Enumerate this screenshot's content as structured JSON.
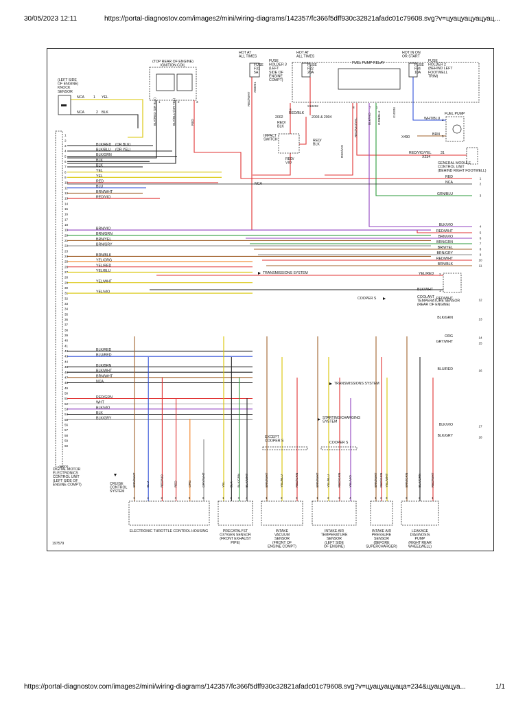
{
  "header": {
    "datetime": "30/05/2023 12:11",
    "url": "https://portal-diagnostov.com/images2/mini/wiring-diagrams/142357/fc366f5dff930c32821afadc01c79608.svg?v=цуацуацуацуац..."
  },
  "footer": {
    "url": "https://portal-diagnostov.com/images2/mini/wiring-diagrams/142357/fc366f5dff930c32821afadc01c79608.svg?v=цуацуацуаца=234&цуацуацуа...",
    "page": "1/1"
  },
  "diagram": {
    "colors": {
      "RED": "#e03030",
      "YEL": "#d8c400",
      "BLU": "#3050d8",
      "BRN": "#a0602a",
      "GRN": "#2a9a3a",
      "VIO": "#9040c0",
      "BLK": "#222222",
      "WHT": "#bbbbbb",
      "ORG": "#f08020",
      "GRY": "#888888"
    },
    "figure_id": "197579",
    "knock_sensor": {
      "title": [
        "(LEFT SIDE",
        "OF ENGINE)",
        "KNOCK",
        "SENSOR"
      ],
      "pins": [
        {
          "pin": "1",
          "circuit": "NCA",
          "color": "YEL"
        },
        {
          "pin": "2",
          "circuit": "NCA",
          "color": "BLK"
        }
      ]
    },
    "ignition_coil": {
      "title": [
        "(TOP REAR OF ENGINE)",
        "IGNITION COIL"
      ],
      "wires": [
        "BLK/RED (OR BLK)",
        "BLK/BLU (OR YEL)",
        "RED"
      ],
      "pins": [
        "1",
        "2",
        "3"
      ]
    },
    "fuse_holder3": {
      "hot": [
        "HOT AT",
        "ALL TIMES"
      ],
      "label": [
        "FUSE",
        "F31",
        "5A"
      ],
      "desc": [
        "FUSE",
        "HOLDER 3",
        "(LEFT",
        "SIDE OF",
        "ENGINE",
        "COMPT)"
      ],
      "wire": "RED/WHT",
      "conn": "X60001"
    },
    "fuse_f22": {
      "hot": [
        "HOT AT",
        "ALL TIMES"
      ],
      "label": [
        "FUSE",
        "F22",
        "20A"
      ]
    },
    "fuel_pump_relay": {
      "title": "FUEL PUMP RELAY",
      "connector": "X10202",
      "pins": [
        "6",
        "8",
        "7",
        "1"
      ],
      "wires": [
        "RED/BLK",
        "RED/VIO/YEL",
        "BLK/VIO",
        "GRN/BLU"
      ]
    },
    "fuse_holder2": {
      "hot": [
        "HOT IN ON",
        "OR START"
      ],
      "label": [
        "FUSE",
        "F34",
        "10A"
      ],
      "desc": [
        "FUSE",
        "HOLDER 2",
        "(BEHIND LEFT",
        "FOOTWELL",
        "TRIM)"
      ],
      "conn": "X10204"
    },
    "impact_switch": {
      "title": [
        "IMPACT",
        "SWITCH"
      ],
      "years": [
        "2002",
        "2003 & 2004"
      ],
      "wires": [
        "RED/",
        "BLK",
        "RED/",
        "BLK",
        "RED/",
        "VIO",
        "RED/VIO"
      ]
    },
    "fuel_pump": {
      "title": "FUEL PUMP",
      "wires": [
        "WHT/BLU",
        "BRN"
      ],
      "pins": [
        "2",
        "5"
      ],
      "conn": "X490"
    },
    "gm_control_unit": {
      "wire": "RED/VIO/YEL",
      "pin": "31",
      "conn": "X234",
      "title": [
        "GENERAL MODULE",
        "CONTROL UNIT",
        "(BEHIND RIGHT FOOTWELL)"
      ]
    },
    "dme": {
      "title": [
        "DIGITAL MOTOR",
        "ELECTRONICS",
        "CONTROL UNIT",
        "(LEFT SIDE OF",
        "ENGINE COMPT)"
      ],
      "conn": "X6000",
      "pins": [
        "1",
        "2",
        "3",
        "4",
        "5",
        "6",
        "7",
        "8",
        "9",
        "10",
        "11",
        "12",
        "13",
        "14",
        "15",
        "16",
        "17",
        "18",
        "19",
        "20",
        "21",
        "22",
        "23",
        "24",
        "25",
        "26",
        "27",
        "28",
        "29",
        "30",
        "31",
        "32",
        "33",
        "34",
        "35",
        "36",
        "37",
        "38",
        "39",
        "40",
        "41",
        "42",
        "43",
        "44",
        "45",
        "46",
        "47",
        "48",
        "49",
        "50",
        "51",
        "52",
        "53",
        "54",
        "55",
        "56",
        "57",
        "58",
        "59",
        "60"
      ],
      "wires": [
        {
          "pin": "3",
          "label": "BLK/RED",
          "note": "(OR BLK)",
          "color": "BLK"
        },
        {
          "pin": "4",
          "label": "BLK/BLU",
          "note": "(OR YEL)",
          "color": "BLK"
        },
        {
          "pin": "5",
          "label": "BLK/GRN",
          "color": "BLK"
        },
        {
          "pin": "6",
          "label": "BLK",
          "color": "BLK"
        },
        {
          "pin": "7",
          "label": "BLK",
          "color": "BLK"
        },
        {
          "pin": "8",
          "label": "YEL",
          "color": "YEL"
        },
        {
          "pin": "9",
          "label": "YEL",
          "color": "YEL"
        },
        {
          "pin": "10",
          "label": "RED",
          "color": "RED"
        },
        {
          "pin": "11",
          "label": "BLU",
          "color": "BLU"
        },
        {
          "pin": "12",
          "label": "BRN/WHT",
          "color": "BRN"
        },
        {
          "pin": "13",
          "label": "RED/VIO",
          "color": "RED"
        },
        {
          "pin": "19",
          "label": "BRN/VIO",
          "color": "VIO"
        },
        {
          "pin": "20",
          "label": "BRN/GRN",
          "color": "GRN"
        },
        {
          "pin": "21",
          "label": "BRN/YEL",
          "color": "BRN"
        },
        {
          "pin": "22",
          "label": "BRN/GRY",
          "color": "GRY"
        },
        {
          "pin": "24",
          "label": "BRN/BLK",
          "color": "BRN"
        },
        {
          "pin": "25",
          "label": "YEL/ORG",
          "color": "ORG"
        },
        {
          "pin": "26",
          "label": "YEL/RED",
          "color": "RED"
        },
        {
          "pin": "27",
          "label": "YEL/BLU",
          "color": "YEL"
        },
        {
          "pin": "29",
          "label": "YEL/WHT",
          "color": "YEL"
        },
        {
          "pin": "31",
          "label": "YEL/VIO",
          "color": "YEL"
        },
        {
          "pin": "42",
          "label": "BLK/RED",
          "color": "BLK"
        },
        {
          "pin": "43",
          "label": "BLU/RED",
          "color": "BLU"
        },
        {
          "pin": "45",
          "label": "BLK/BRN",
          "color": "BLK"
        },
        {
          "pin": "46",
          "label": "BLK/WHT",
          "color": "BLK"
        },
        {
          "pin": "47",
          "label": "BRN/WHT",
          "color": "BRN"
        },
        {
          "pin": "48",
          "label": "NCA",
          "color": "BLK"
        },
        {
          "pin": "51",
          "label": "RED/GRN",
          "color": "RED"
        },
        {
          "pin": "52",
          "label": "WHT",
          "color": "WHT"
        },
        {
          "pin": "53",
          "label": "BLK/VIO",
          "color": "VIO"
        },
        {
          "pin": "54",
          "label": "BLK",
          "color": "BLK"
        },
        {
          "pin": "55",
          "label": "BLK/GRY",
          "color": "GRY"
        }
      ]
    },
    "nca_line": "NCA",
    "right_terms": [
      {
        "n": "1",
        "label": "RED",
        "color": "RED"
      },
      {
        "n": "2",
        "label": "NCA",
        "color": "BLK"
      },
      {
        "n": "3",
        "label": "GRN/BLU",
        "color": "GRN"
      },
      {
        "n": "4",
        "label": "BLK/VIO",
        "color": "VIO"
      },
      {
        "n": "5",
        "label": "RED/WHT",
        "color": "RED"
      },
      {
        "n": "6",
        "label": "BRN/VIO",
        "color": "VIO"
      },
      {
        "n": "7",
        "label": "BRN/GRN",
        "color": "GRN"
      },
      {
        "n": "8",
        "label": "BRN/YEL",
        "color": "BRN"
      },
      {
        "n": "9",
        "label": "BRN/GRY",
        "color": "GRY"
      },
      {
        "n": "10",
        "label": "RED/WHT",
        "color": "RED"
      },
      {
        "n": "11",
        "label": "BRN/BLK",
        "color": "BRN"
      },
      {
        "n": "12",
        "label": "RED/WHT",
        "color": "RED"
      },
      {
        "n": "13",
        "label": "BLK/GRN",
        "color": "BLK"
      },
      {
        "n": "14",
        "label": "ORG",
        "color": "ORG"
      },
      {
        "n": "15",
        "label": "GRY/WHT",
        "color": "GRY"
      },
      {
        "n": "16",
        "label": "BLU/RED",
        "color": "BLU"
      },
      {
        "n": "17",
        "label": "BLK/VIO",
        "color": "VIO"
      },
      {
        "n": "18",
        "label": "BLK/GRY",
        "color": "GRY"
      }
    ],
    "arrows": [
      "TRANSMISSIONS SYSTEM",
      "TRANSMISSIONS SYSTEM",
      "STARTING/CHARGING",
      "SYSTEM",
      "CRUISE",
      "CONTROL",
      "SYSTEM"
    ],
    "coolant": {
      "wires": [
        "YEL/RED",
        "BLK/WHT"
      ],
      "pins": [
        "2",
        "1"
      ],
      "title": [
        "COOLANT",
        "TEMPERATURE SENSOR",
        "(REAR OF ENGINE)"
      ],
      "cooper": "COOPER S"
    },
    "variants": [
      "EXCEPT",
      "COOPER S",
      "COOPER S"
    ],
    "throttle": {
      "title": "ELECTRONIC THROTTLE CONTROL HOUSING",
      "pins": [
        "1",
        "4",
        "2",
        "3",
        "5",
        "6"
      ],
      "wires": [
        "BRN/WHT",
        "BLU",
        "RED/VIO",
        "RED",
        "ORG",
        "GRY/WHT"
      ]
    },
    "o2sensor": {
      "pins": [
        "1",
        "2",
        "3",
        "4"
      ],
      "wires": [
        "NCA",
        "YEL",
        "NCA",
        "BLK",
        "BLK/GRN",
        "NCA",
        "BLK/WHT"
      ],
      "title": [
        "PRECATALYST",
        "OXYGEN SENSOR",
        "(FRONT EXHAUST",
        "PIPE)"
      ]
    },
    "map_sensor": {
      "pins": [
        "1",
        "2",
        "3"
      ],
      "wires": [
        "BRN/WHT",
        "YEL/BLU",
        "RED/GRN",
        "YEL/VIO"
      ],
      "title": [
        "INTAKE",
        "VACUUM",
        "SENSOR",
        "(FRONT OF",
        "ENGINE COMPT)"
      ]
    },
    "iat_sensor": {
      "pins": [
        "1",
        "2",
        "3",
        "4"
      ],
      "wires": [
        "BRN/WHT",
        "YEL/BLU",
        "RED/GRN",
        "YEL/VIO"
      ],
      "title": [
        "INTAKE AIR",
        "TEMPERATURE",
        "SENSOR",
        "(LEFT SIDE",
        "OF ENGINE)"
      ]
    },
    "iap_sensor": {
      "pins": [
        "1",
        "2",
        "3"
      ],
      "wires": [
        "BRN/WHT",
        "RED/GRN",
        "YEL/WHT"
      ],
      "title": [
        "INTAKE AIR",
        "PRESSURE",
        "SENSOR",
        "(BEFORE",
        "SUPERCHARGER)"
      ]
    },
    "leak_pump": {
      "pins": [
        "3",
        "2",
        "1"
      ],
      "wires": [
        "BRN/GRN",
        "BLK/GRN",
        "RED/WHT"
      ],
      "title": [
        "LEAKAGE",
        "DIAGNOSIS",
        "PUMP",
        "(RIGHT REAR",
        "WHEELWELL)"
      ]
    }
  }
}
